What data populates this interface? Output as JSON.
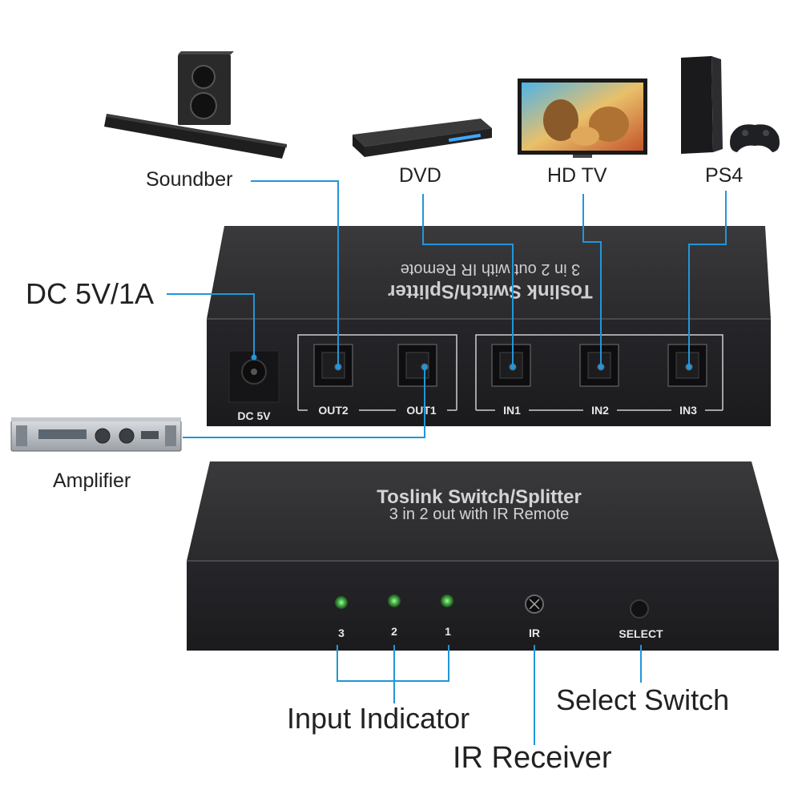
{
  "devices": {
    "soundbar": "Soundber",
    "dvd": "DVD",
    "hdtv": "HD TV",
    "ps4": "PS4",
    "amplifier": "Amplifier"
  },
  "rear_panel": {
    "callout_power": "DC 5V/1A",
    "top_print_line1": "Toslink Switch/Splitter",
    "top_print_line2": "3 in 2 out with IR Remote",
    "power_label": "DC 5V",
    "ports": [
      "OUT2",
      "OUT1",
      "IN1",
      "IN2",
      "IN3"
    ]
  },
  "front_panel": {
    "title_line1": "Toslink Switch/Splitter",
    "title_line2": "3 in 2 out with IR Remote",
    "indicator_numbers": [
      "3",
      "2",
      "1"
    ],
    "ir_label": "IR",
    "select_label": "SELECT"
  },
  "callouts": {
    "input_indicator": "Input Indicator",
    "select_switch": "Select Switch",
    "ir_receiver": "IR Receiver"
  },
  "colors": {
    "leader_line": "#2196d9",
    "device_body": "#2b2b2e",
    "led": "#4caf50"
  }
}
